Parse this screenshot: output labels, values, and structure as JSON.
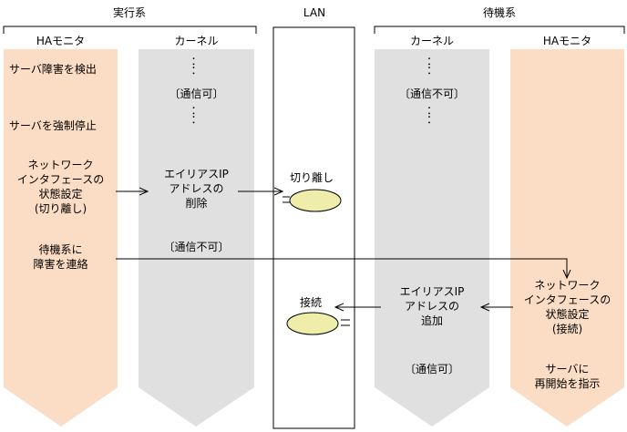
{
  "groups": {
    "active": "実行系",
    "lan": "LAN",
    "standby": "待機系"
  },
  "columns": {
    "ha_monitor": "HAモニタ",
    "kernel": "カーネル"
  },
  "active_ha": {
    "step1": "サーバ障害を検出",
    "step2": "サーバを強制停止",
    "step3": [
      "ネットワーク",
      "インタフェースの",
      "状態設定",
      "(切り離し)"
    ],
    "step4": [
      "待機系に",
      "障害を連絡"
    ]
  },
  "active_kernel": {
    "dots": "：",
    "comm_ok": "〔通信可〕",
    "alias_delete": [
      "エイリアスIP",
      "アドレスの",
      "削除"
    ],
    "comm_ng": "〔通信不可〕"
  },
  "lan": {
    "detach": "切り離し",
    "connect": "接続"
  },
  "standby_kernel": {
    "dots": "：",
    "comm_ng": "〔通信不可〕",
    "alias_add": [
      "エイリアスIP",
      "アドレスの",
      "追加"
    ],
    "comm_ok": "〔通信可〕"
  },
  "standby_ha": {
    "step1": [
      "ネットワーク",
      "インタフェースの",
      "状態設定",
      "(接続)"
    ],
    "step2": [
      "サーバに",
      "再開始を指示"
    ]
  },
  "colors": {
    "ha_fill": "#fbdcc4",
    "kernel_fill": "#e0e0e0",
    "connector_fill": "#eeeeaa"
  }
}
